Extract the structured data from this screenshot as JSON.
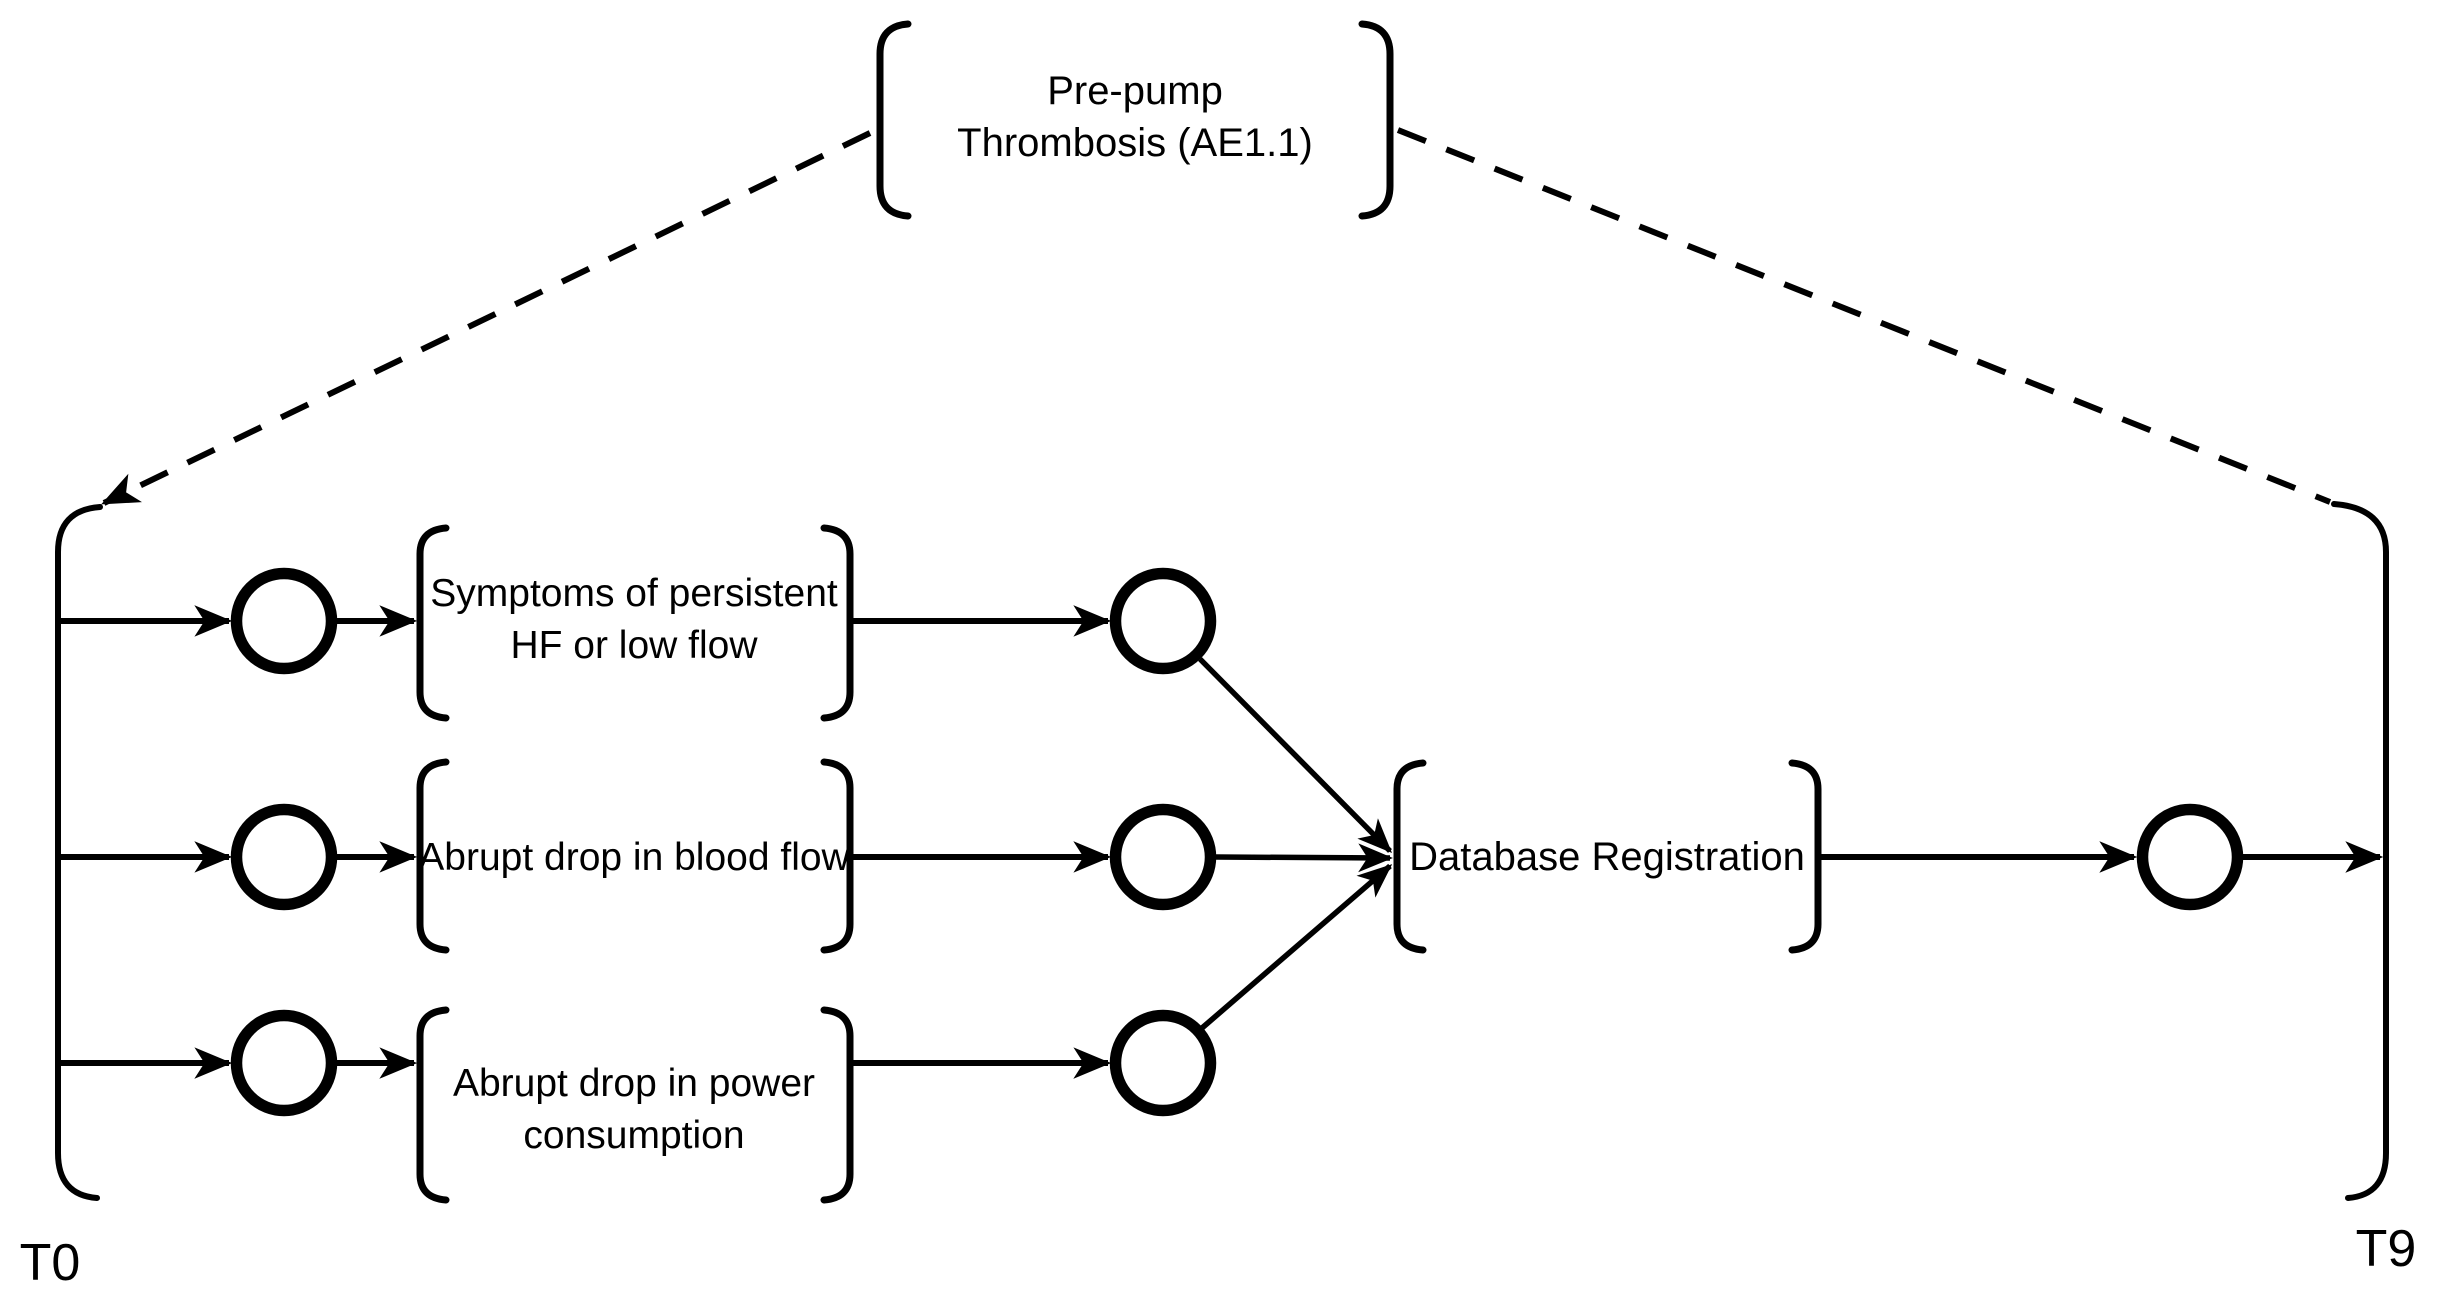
{
  "diagram": {
    "colors": {
      "ink": "#000000",
      "background": "#ffffff"
    },
    "phase_node": {
      "line1": "Pre-pump",
      "line2": "Thrombosis (AE1.1)"
    },
    "event_nodes": [
      {
        "line1": "Symptoms of persistent",
        "line2": "HF or low flow"
      },
      {
        "line1": "Abrupt drop in blood flow",
        "line2": ""
      },
      {
        "line1": "Abrupt drop in power",
        "line2": "consumption"
      }
    ],
    "registration_node": {
      "label": "Database Registration"
    },
    "timeline": {
      "start_label": "T0",
      "end_label": "T9"
    }
  }
}
